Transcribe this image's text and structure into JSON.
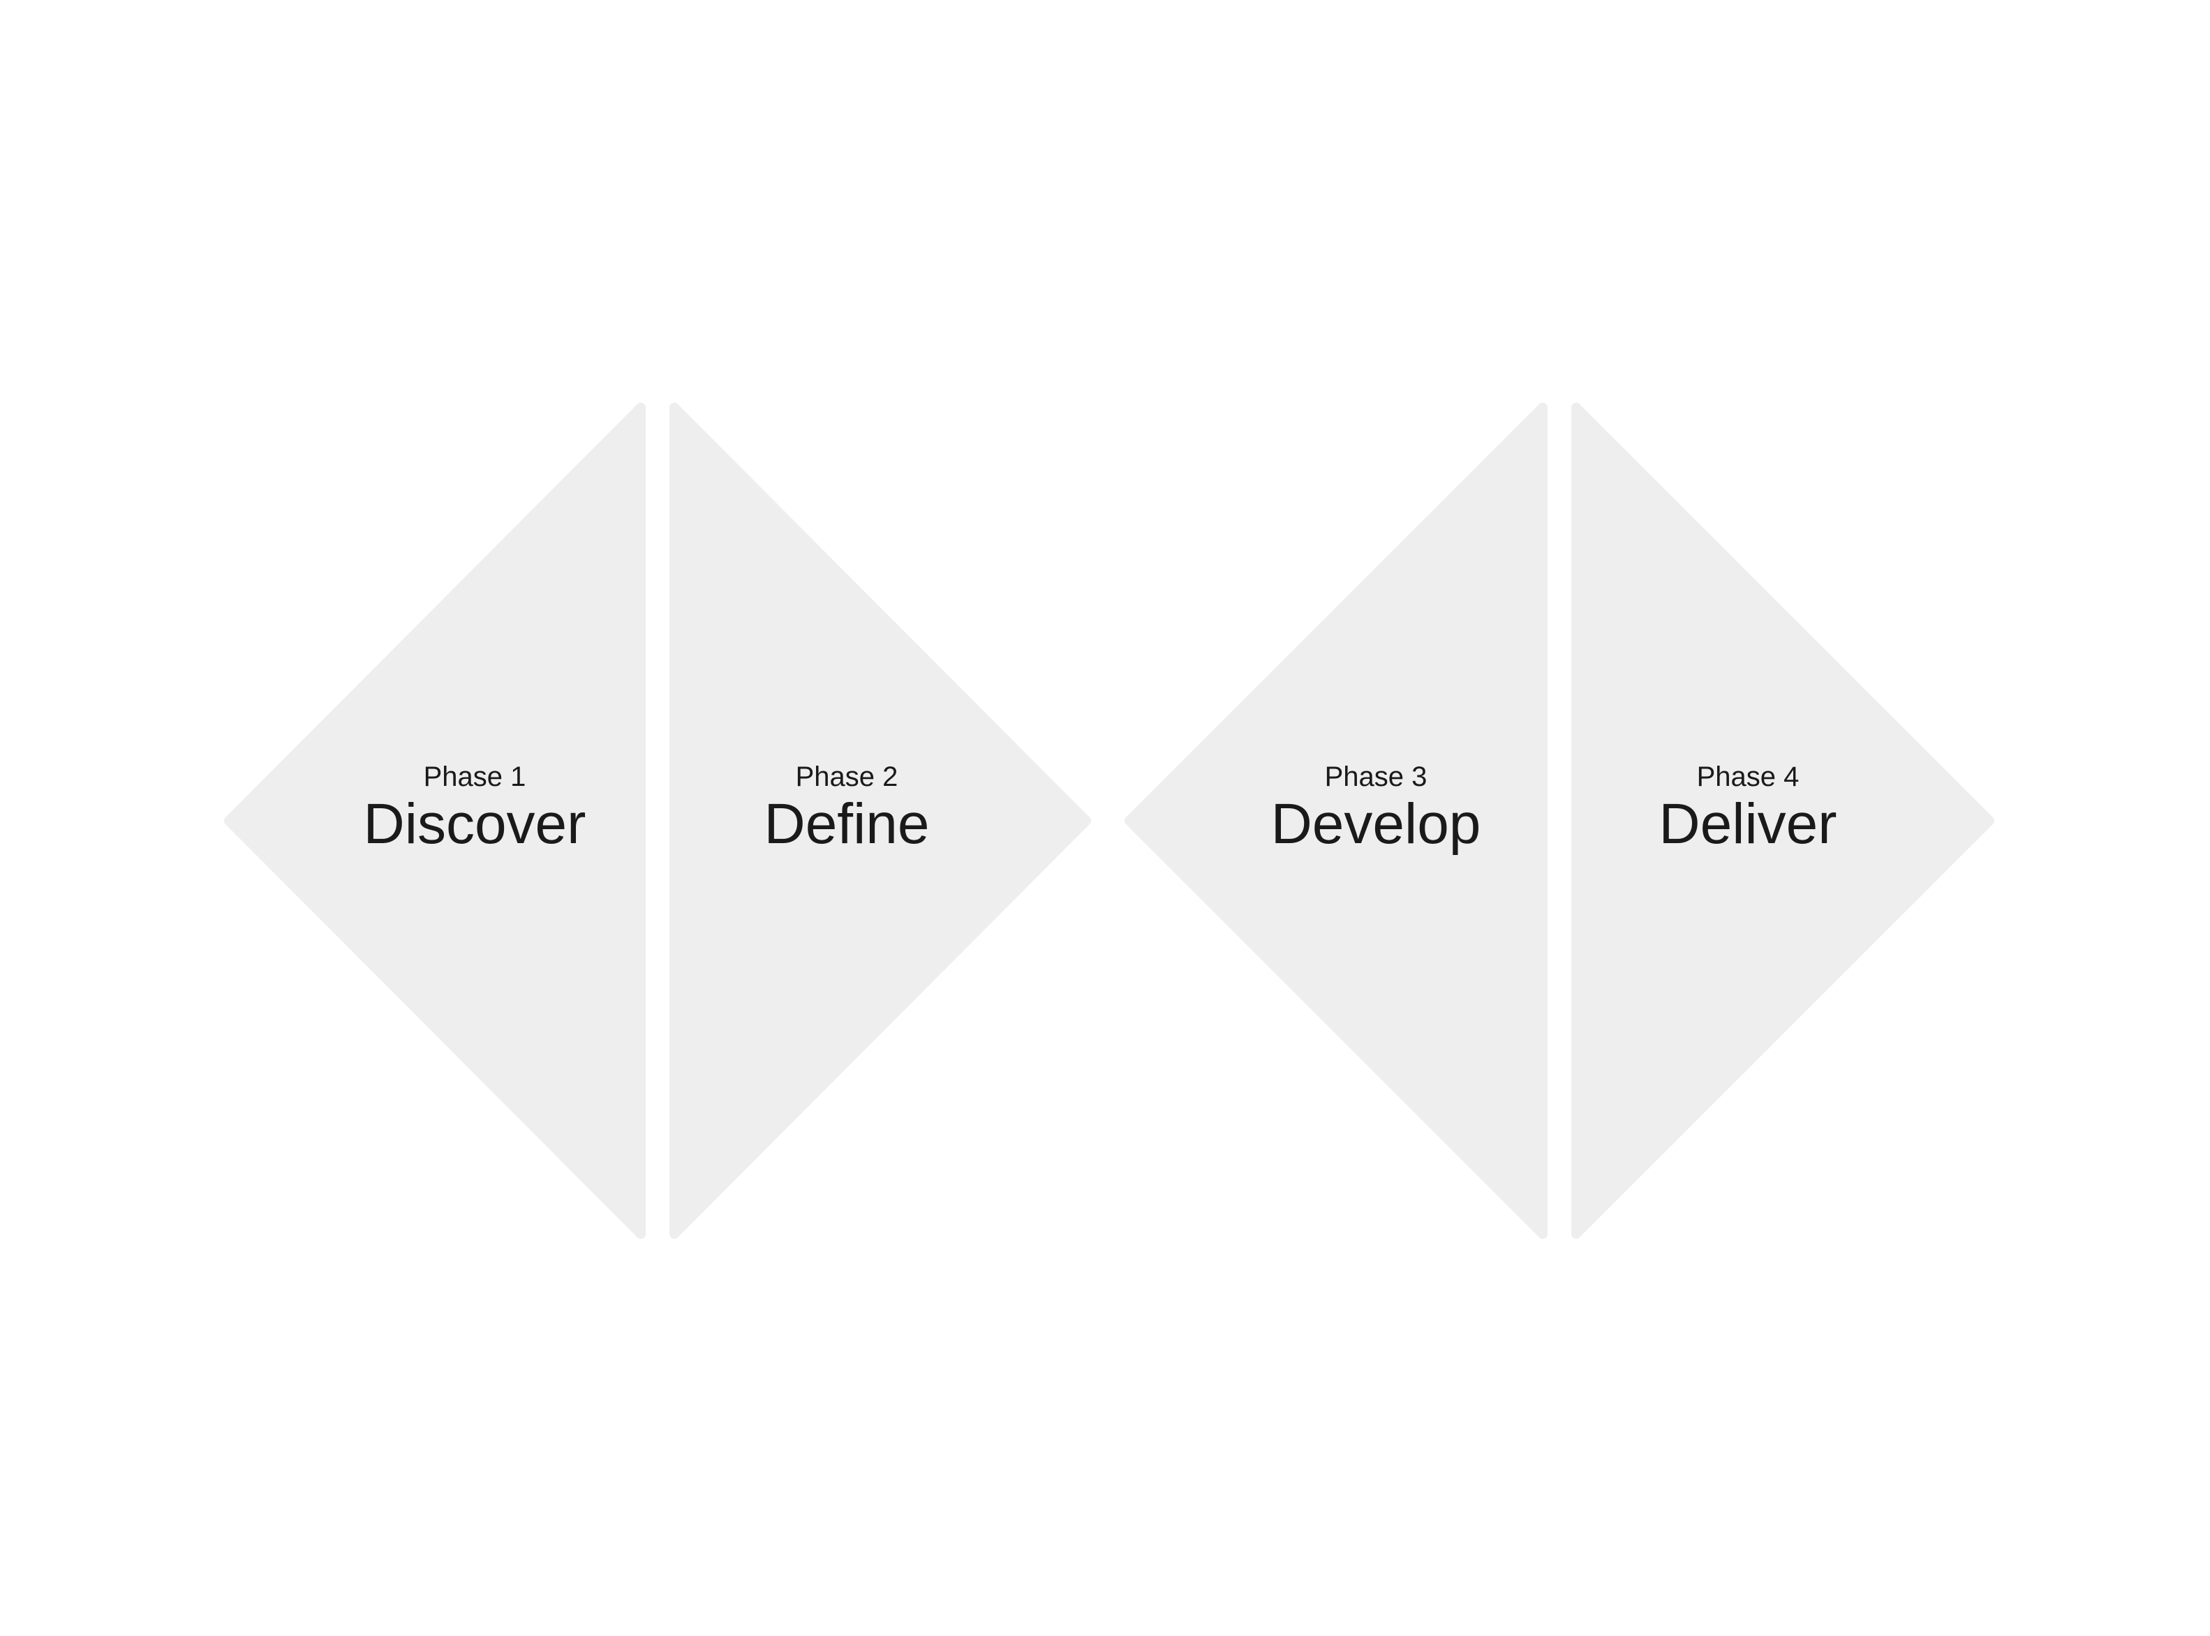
{
  "diagram": {
    "style": {
      "background": "#ffffff",
      "shape_fill": "#eeeeee",
      "text_color": "#1a1a1a"
    },
    "phases": [
      {
        "number_label": "Phase 1",
        "name": "Discover"
      },
      {
        "number_label": "Phase 2",
        "name": "Define"
      },
      {
        "number_label": "Phase 3",
        "name": "Develop"
      },
      {
        "number_label": "Phase 4",
        "name": "Deliver"
      }
    ]
  }
}
